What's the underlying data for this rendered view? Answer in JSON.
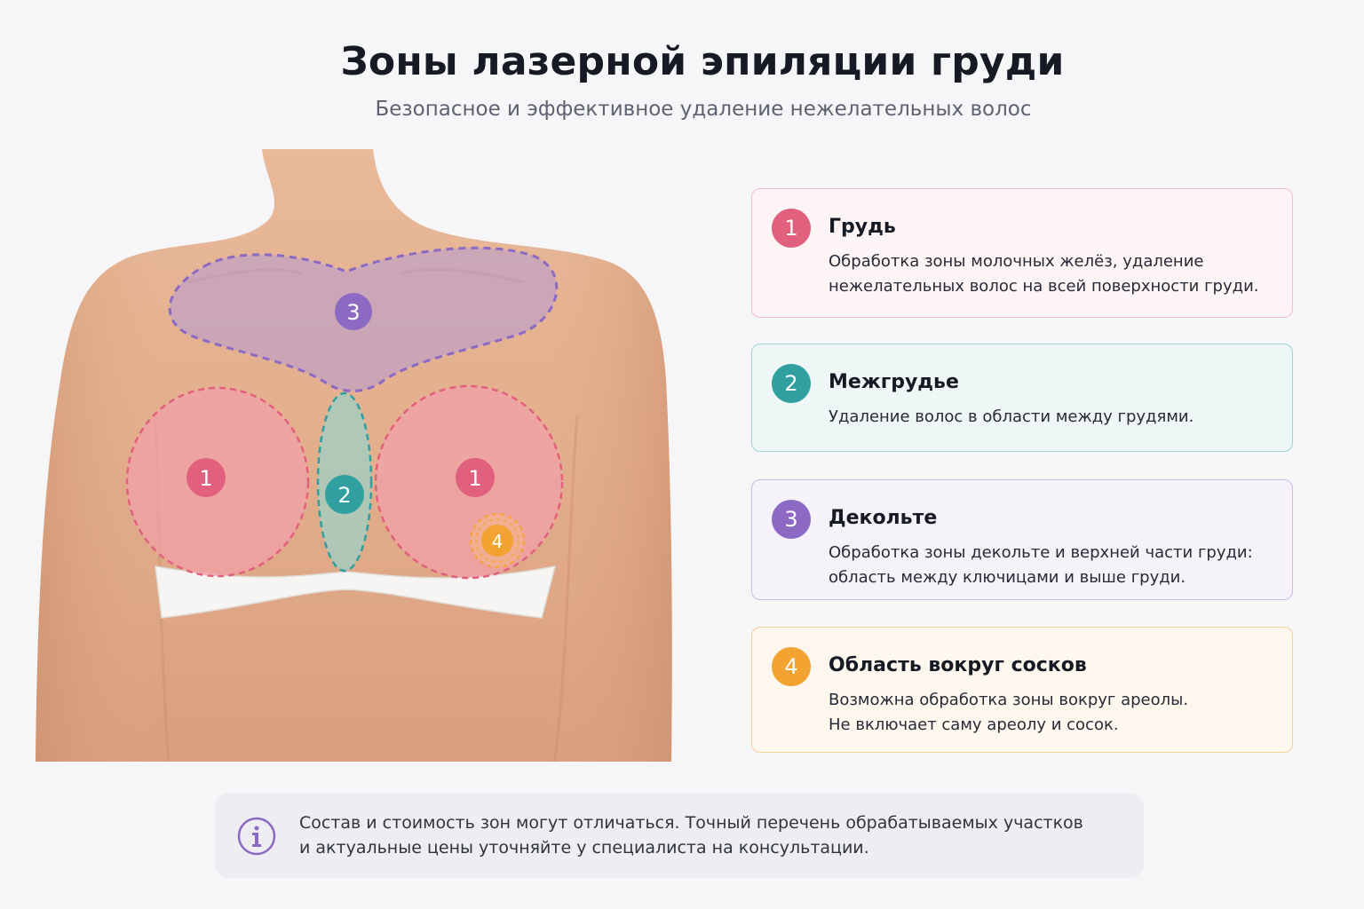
{
  "header": {
    "title": "Зоны лазерной эпиляции груди",
    "subtitle": "Безопасное и эффективное удаление нежелательных волос"
  },
  "colors": {
    "zone1": "#e0607e",
    "zone2": "#2f9fa0",
    "zone3": "#8c6ac4",
    "zone4": "#f3a332"
  },
  "zones": [
    {
      "number": "1",
      "title": "Грудь",
      "desc": [
        "Обработка зоны молочных желёз, удаление",
        "нежелательных волос на всей поверхности груди."
      ]
    },
    {
      "number": "2",
      "title": "Межгрудье",
      "desc": [
        "Удаление волос в области между грудями."
      ]
    },
    {
      "number": "3",
      "title": "Декольте",
      "desc": [
        "Обработка зоны декольте и верхней части груди:",
        "область между ключицами и выше груди."
      ]
    },
    {
      "number": "4",
      "title": "Область вокруг сосков",
      "desc": [
        "Возможна обработка зоны вокруг ареолы.",
        "Не включает саму ареолу и сосок."
      ]
    }
  ],
  "info": {
    "icon": "info-icon",
    "lines": [
      "Состав и стоимость зон могут отличаться. Точный перечень обрабатываемых участков",
      "и актуальные цены уточняйте у специалиста на консультации."
    ]
  }
}
